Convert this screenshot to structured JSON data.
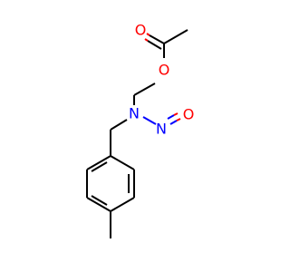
{
  "molecule": {
    "atoms": [
      {
        "id": "o_carbonyl",
        "symbol": "O",
        "color": "#ff0000"
      },
      {
        "id": "o_ester",
        "symbol": "O",
        "color": "#ff0000"
      },
      {
        "id": "n_amine",
        "symbol": "N",
        "color": "#0000ff"
      },
      {
        "id": "n_nitroso",
        "symbol": "N",
        "color": "#0000ff"
      },
      {
        "id": "o_nitroso",
        "symbol": "O",
        "color": "#ff0000"
      }
    ]
  }
}
